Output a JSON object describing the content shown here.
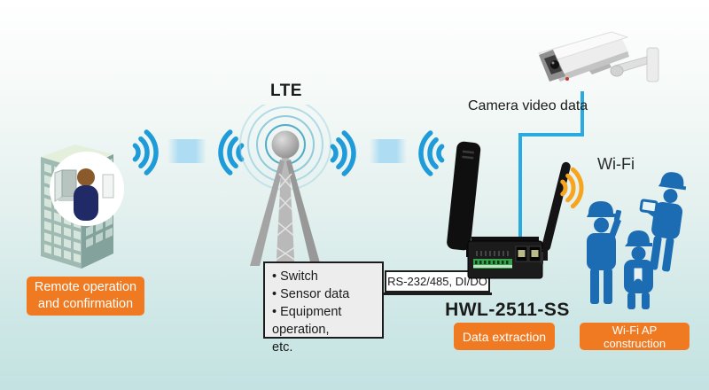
{
  "labels": {
    "lte": "LTE",
    "camera_video_data": "Camera video data",
    "wifi": "Wi-Fi",
    "device_model": "HWL-2511-SS",
    "serial_interface": "RS-232/485, DI/DO"
  },
  "badges": {
    "remote_operation": "Remote operation and confirmation",
    "data_extraction": "Data extraction",
    "wifi_ap_construction": "Wi-Fi AP construction"
  },
  "infobox": {
    "items": [
      "• Switch",
      "• Sensor data",
      "• Equipment operation,",
      "etc."
    ]
  },
  "colors": {
    "accent_orange": "#f07a21",
    "signal_blue": "#1e9bd8",
    "wifi_orange": "#f7a41f",
    "cable_blue": "#29abe2",
    "worker_blue": "#1c6cb3",
    "tower_gray": "#a8a8a8",
    "background_top": "#ffffff",
    "background_bottom": "#c3e2e1",
    "text_dark": "#1a1a1a"
  }
}
